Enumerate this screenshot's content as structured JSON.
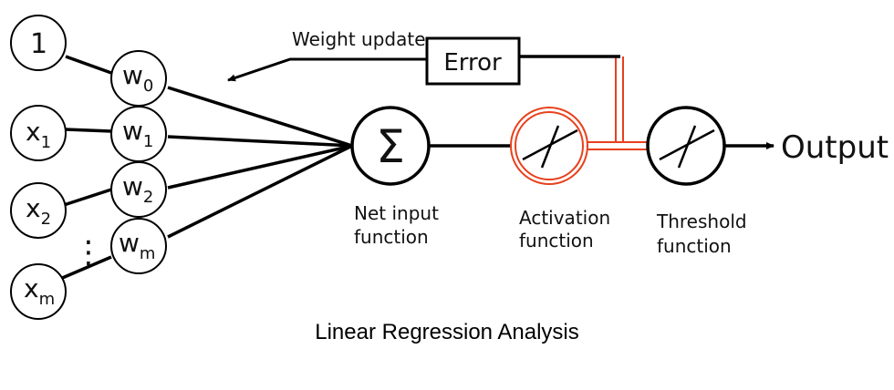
{
  "inputs": [
    {
      "base": "1",
      "sub": ""
    },
    {
      "base": "x",
      "sub": "1"
    },
    {
      "base": "x",
      "sub": "2"
    },
    {
      "base": "x",
      "sub": "m"
    }
  ],
  "ellipsis": "⋮",
  "weights": [
    {
      "base": "w",
      "sub": "0"
    },
    {
      "base": "w",
      "sub": "1"
    },
    {
      "base": "w",
      "sub": "2"
    },
    {
      "base": "w",
      "sub": "m"
    }
  ],
  "sum_symbol": "Σ",
  "labels": {
    "net_input": [
      "Net input",
      "function"
    ],
    "activation": [
      "Activation",
      "function"
    ],
    "threshold": [
      "Threshold",
      "function"
    ],
    "output": "Output",
    "error": "Error",
    "weight_update": "Weight update"
  },
  "caption": "Linear Regression Analysis",
  "colors": {
    "stroke": "#000000",
    "highlight": "#e8401c"
  }
}
